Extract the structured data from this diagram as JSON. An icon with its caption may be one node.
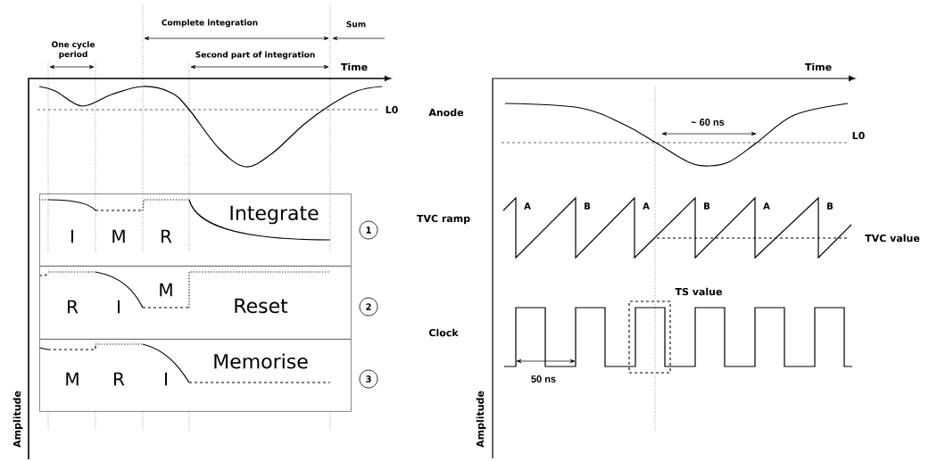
{
  "diagram": {
    "nodes": [
      {
        "text": [
          "I",
          "M",
          "R",
          "Integrate"
        ]
      },
      {
        "text": [
          "R",
          "I",
          "M",
          "Reset"
        ]
      },
      {
        "text": [
          "M",
          "R",
          "I",
          "Memorise"
        ]
      },
      {
        "text": [],
        "shape": "box"
      }
    ],
    "labels": [
      "One cycle period",
      "Complete integration",
      "Sum",
      "Second part of integration",
      "Time",
      "L0",
      "1",
      "2",
      "3",
      "Amplitude",
      "Time",
      "Anode",
      "~ 60 ns",
      "L0",
      "TVC ramp",
      "A",
      "B",
      "A",
      "B",
      "A",
      "B",
      "TVC value",
      "TS value",
      "Clock",
      "50 ns",
      "Amplitude"
    ]
  }
}
